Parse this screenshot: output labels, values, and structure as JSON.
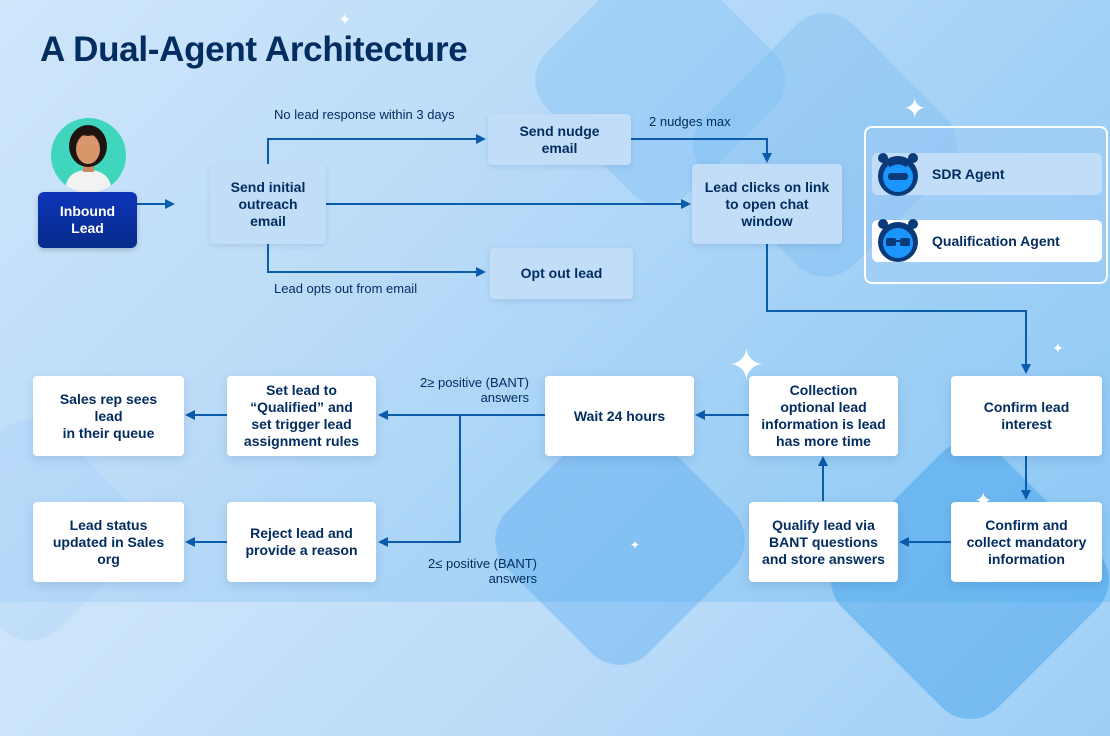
{
  "title": "A Dual-Agent Architecture",
  "colors": {
    "navy": "#032d60",
    "line": "#0b5cab",
    "blue_box": "#c2ddf7",
    "white_box": "#ffffff",
    "inbound": "#0d34b8"
  },
  "nodes": {
    "inbound_lead": "Inbound\nLead",
    "send_initial": "Send initial\noutreach\nemail",
    "send_nudge": "Send nudge\nemail",
    "opt_out": "Opt out lead",
    "lead_clicks": "Lead clicks on link\nto open chat\nwindow",
    "confirm_interest": "Confirm lead\ninterest",
    "confirm_collect": "Confirm and\ncollect mandatory\ninformation",
    "qualify_bant": "Qualify lead via\nBANT questions\nand store answers",
    "collection_optional": "Collection\noptional lead\ninformation is lead\nhas more time",
    "wait_24": "Wait 24 hours",
    "set_qualified": "Set lead to\n“Qualified” and\nset trigger lead\nassignment rules",
    "sales_rep": "Sales rep sees\nlead\nin their queue",
    "reject_lead": "Reject lead and\nprovide a reason",
    "lead_status": "Lead status\nupdated in Sales\norg"
  },
  "edge_labels": {
    "no_response": "No lead response within 3 days",
    "nudges_max": "2 nudges max",
    "opts_out": "Lead opts out from email",
    "positive_top": "2≥ positive (BANT)\nanswers",
    "positive_bottom": "2≤ positive (BANT)\nanswers"
  },
  "legend": {
    "sdr_agent": "SDR Agent",
    "qualification_agent": "Qualification Agent",
    "icons": [
      "robot-face-icon",
      "robot-face-sunglasses-icon"
    ]
  }
}
